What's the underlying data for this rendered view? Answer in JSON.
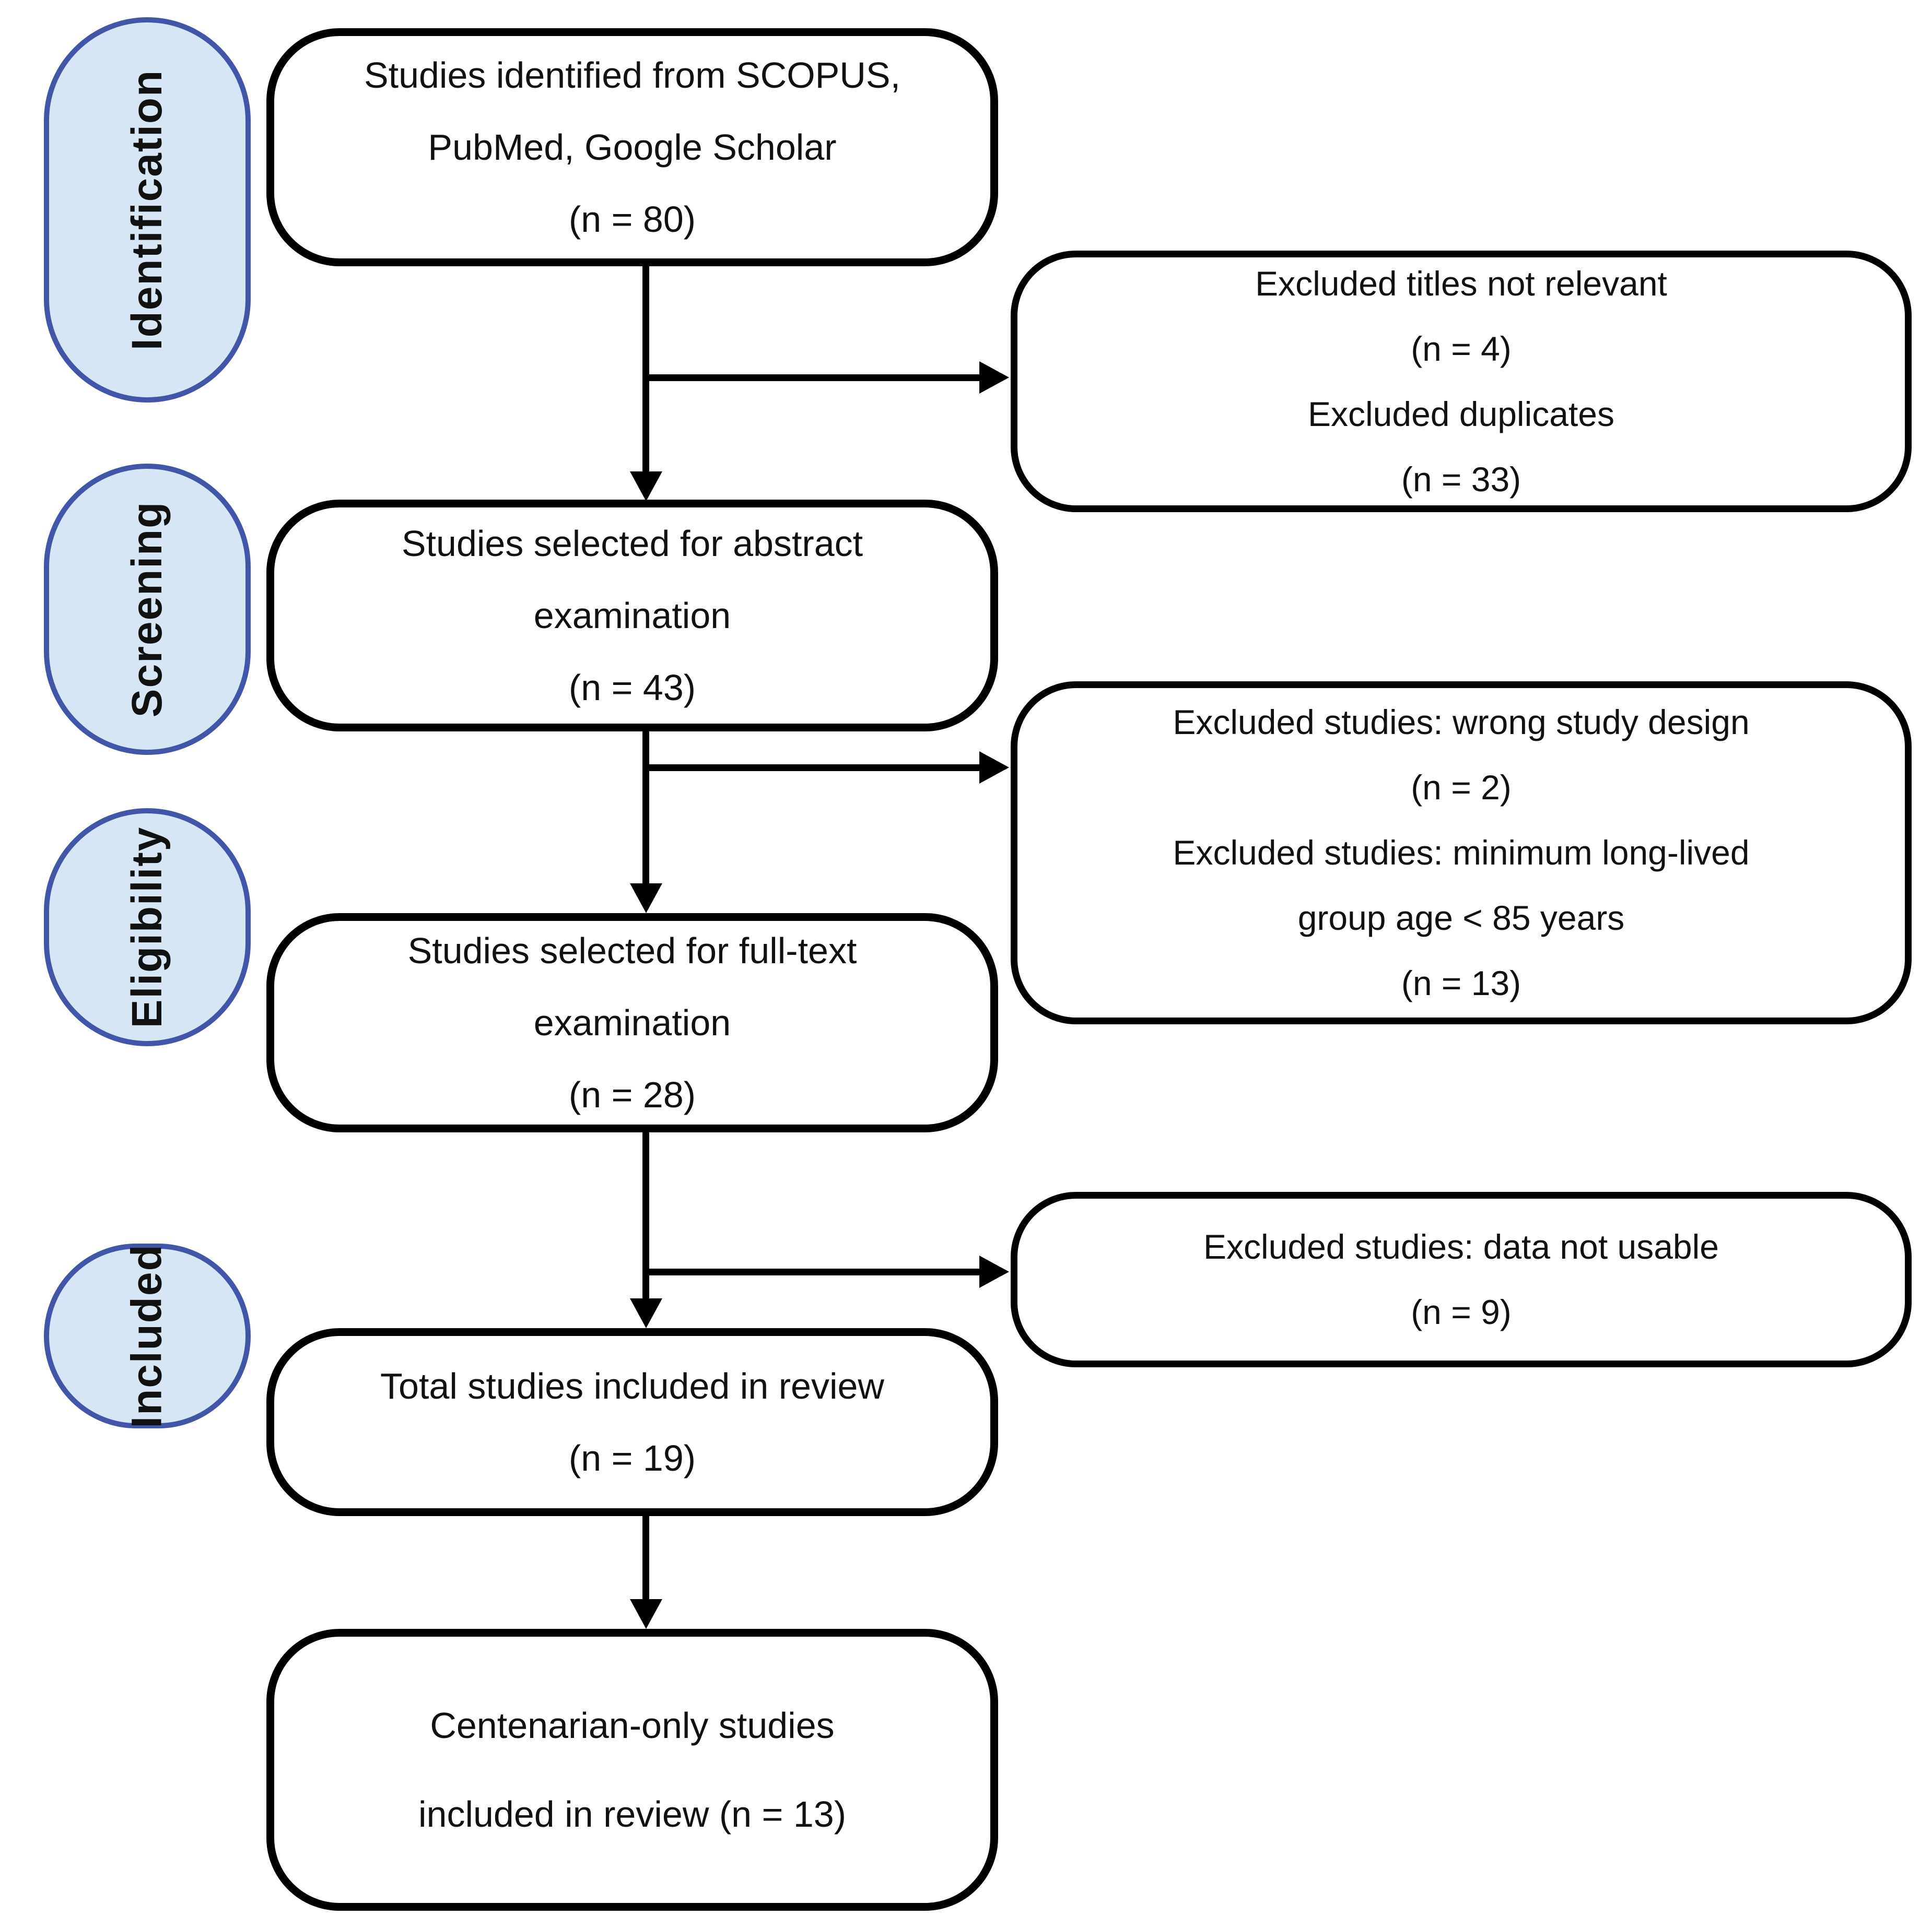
{
  "diagram": {
    "type": "prisma-flowchart",
    "stages": [
      {
        "label": "Identification"
      },
      {
        "label": "Screening"
      },
      {
        "label": "Eligibility"
      },
      {
        "label": "Included"
      }
    ],
    "main_boxes": [
      {
        "lines": [
          "Studies identified from SCOPUS,",
          "PubMed, Google Scholar",
          "(n = 80)"
        ]
      },
      {
        "lines": [
          "Studies selected for abstract",
          "examination",
          "(n = 43)"
        ]
      },
      {
        "lines": [
          "Studies selected for full-text",
          "examination",
          "(n = 28)"
        ]
      },
      {
        "lines": [
          "Total studies included in review",
          "(n = 19)"
        ]
      },
      {
        "lines": [
          "Centenarian-only studies",
          "included in review (n = 13)"
        ]
      }
    ],
    "exclusion_boxes": [
      {
        "lines": [
          "Excluded titles not relevant",
          "(n = 4)",
          "Excluded duplicates",
          "(n = 33)"
        ]
      },
      {
        "lines": [
          "Excluded studies: wrong study design",
          "(n = 2)",
          "Excluded studies: minimum long-lived",
          "group age < 85 years",
          "(n = 13)"
        ]
      },
      {
        "lines": [
          "Excluded studies: data not usable",
          "(n = 9)"
        ]
      }
    ],
    "counts": {
      "identified": 80,
      "abstract_screened": 43,
      "full_text": 28,
      "included_total": 19,
      "centenarian_only": 13,
      "excluded_titles": 4,
      "excluded_duplicates": 33,
      "excluded_wrong_design": 2,
      "excluded_min_age": 13,
      "excluded_data_not_usable": 9
    },
    "colors": {
      "stage_fill": "#d7e6f5",
      "stage_border": "#4156a8",
      "box_border": "#000000",
      "text": "#111111",
      "background": "#ffffff"
    }
  }
}
